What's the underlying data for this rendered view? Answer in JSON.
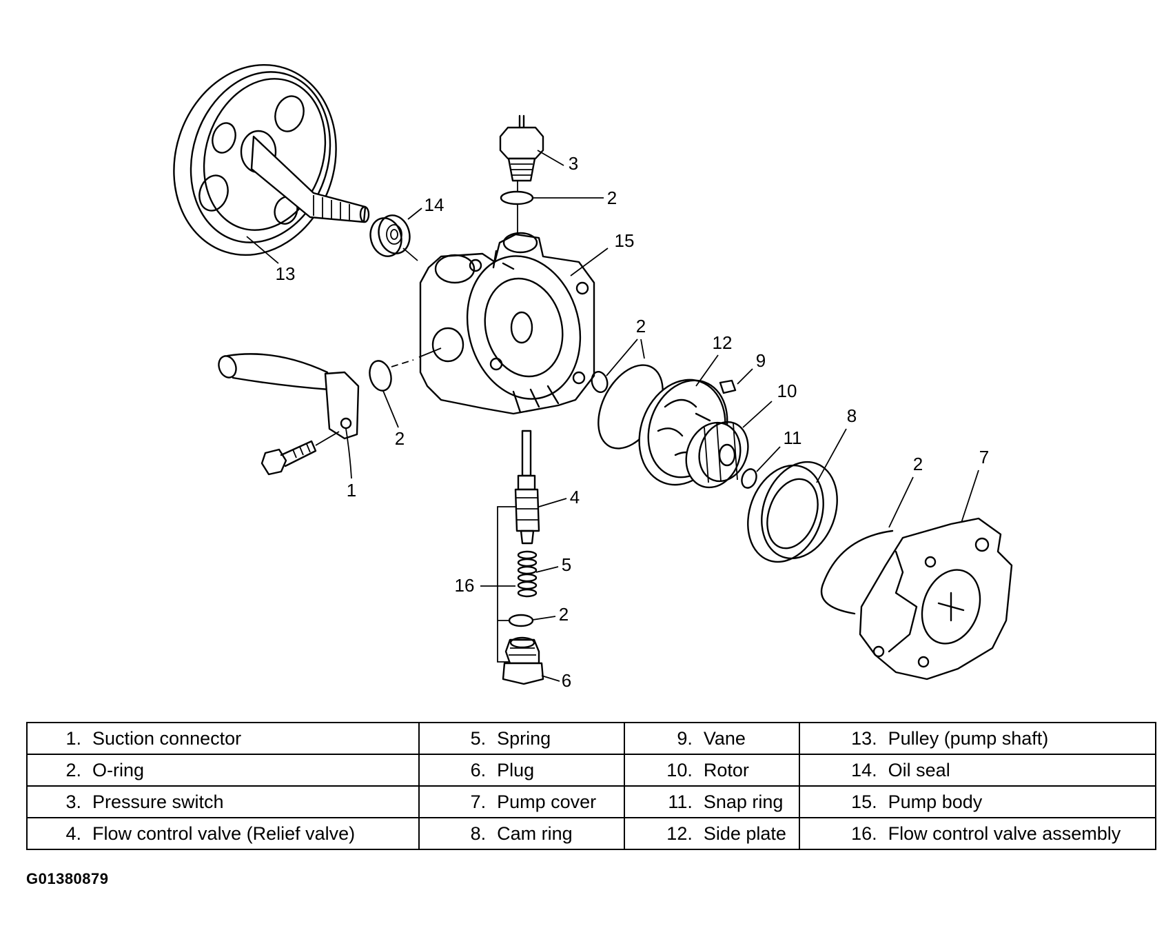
{
  "callouts": [
    "1",
    "2",
    "3",
    "4",
    "5",
    "6",
    "7",
    "8",
    "9",
    "10",
    "11",
    "12",
    "13",
    "14",
    "15",
    "16"
  ],
  "legend": {
    "columns": [
      [
        {
          "num": "1.",
          "label": "Suction connector"
        },
        {
          "num": "2.",
          "label": "O-ring"
        },
        {
          "num": "3.",
          "label": "Pressure switch"
        },
        {
          "num": "4.",
          "label": "Flow control valve (Relief valve)"
        }
      ],
      [
        {
          "num": "5.",
          "label": "Spring"
        },
        {
          "num": "6.",
          "label": "Plug"
        },
        {
          "num": "7.",
          "label": "Pump cover"
        },
        {
          "num": "8.",
          "label": "Cam ring"
        }
      ],
      [
        {
          "num": "9.",
          "label": "Vane"
        },
        {
          "num": "10.",
          "label": "Rotor"
        },
        {
          "num": "11.",
          "label": "Snap ring"
        },
        {
          "num": "12.",
          "label": "Side plate"
        }
      ],
      [
        {
          "num": "13.",
          "label": "Pulley (pump shaft)"
        },
        {
          "num": "14.",
          "label": "Oil seal"
        },
        {
          "num": "15.",
          "label": "Pump body"
        },
        {
          "num": "16.",
          "label": "Flow control valve assembly"
        }
      ]
    ]
  },
  "figure_code": "G01380879"
}
